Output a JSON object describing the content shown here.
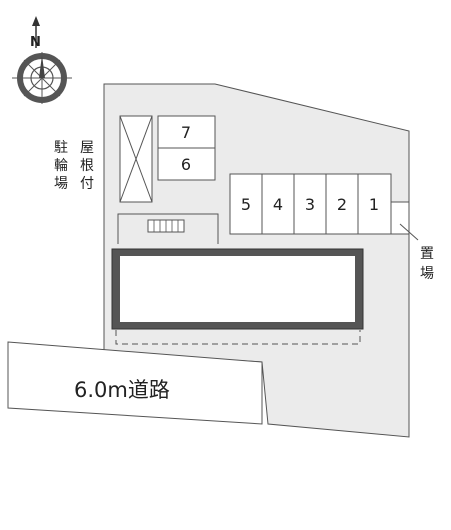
{
  "compass": {
    "north_label": "N"
  },
  "parking": {
    "spaces_right": [
      "5",
      "4",
      "3",
      "2",
      "1"
    ],
    "spaces_left": [
      "7",
      "6"
    ]
  },
  "labels": {
    "covered_bicycle_parking": [
      "屋",
      "根",
      "付",
      "駐",
      "輪",
      "場"
    ],
    "storage": [
      "置",
      "場"
    ],
    "road": "6.0m道路"
  },
  "colors": {
    "site": "#ebebeb",
    "building_fill": "#ffffff",
    "building_wall": "#555555",
    "road": "#ffffff",
    "outline": "#777777"
  }
}
